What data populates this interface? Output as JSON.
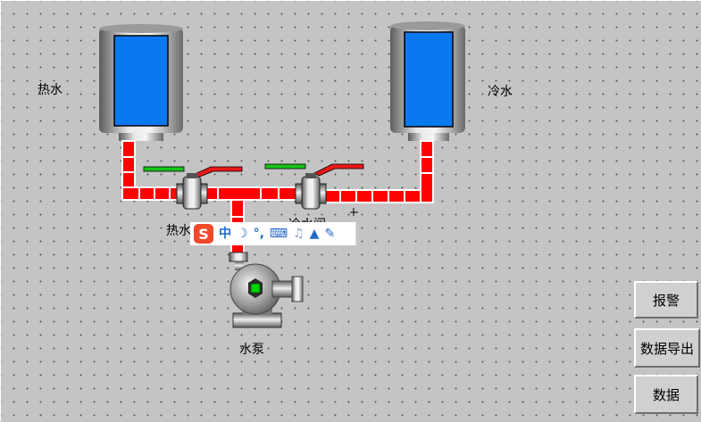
{
  "labels": {
    "hot_water": "热水",
    "cold_water": "冷水",
    "hot_valve": "热水",
    "cold_valve": "冷水阀",
    "pump": "水泵"
  },
  "buttons": {
    "alarm": "报警",
    "export": "数据导出",
    "data": "数据"
  },
  "ime_toolbar": {
    "logo": "S",
    "mode": "中",
    "moon": "☽",
    "punct": "°,",
    "keyboard": "⌨",
    "voice": "♫",
    "skin": "▲",
    "tool": "✎"
  },
  "colors": {
    "background": "#c4c4c4",
    "tank_fluid": "#0a78f0",
    "pipe": "#ff0000",
    "pump_indicator": "#00d400",
    "handle_green": "#18c418",
    "handle_red": "#e81818"
  }
}
